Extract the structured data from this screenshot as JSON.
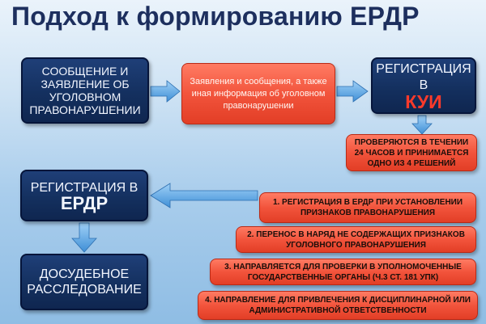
{
  "title": "Подход к формированию ЕРДР",
  "boxes": {
    "message": "СООБЩЕНИЕ И ЗАЯВЛЕНИЕ ОБ УГОЛОВНОМ ПРАВОНАРУШЕНИИ",
    "statements": "Заявления и сообщения, а также иная информация об уголовном правонарушении",
    "kui_prefix": "РЕГИСТРАЦИЯ В",
    "kui": "КУИ",
    "check": "ПРОВЕРЯЮТСЯ В ТЕЧЕНИИ 24 ЧАСОВ И ПРИНИМАЕТСЯ ОДНО ИЗ 4 РЕШЕНИЙ",
    "erdr_prefix": "РЕГИСТРАЦИЯ В",
    "erdr": "ЕРДР",
    "pretrial": "ДОСУДЕБНОЕ РАССЛЕДОВАНИЕ"
  },
  "decisions": [
    "1. РЕГИСТРАЦИЯ В ЕРДР ПРИ УСТАНОВЛЕНИИ ПРИЗНАКОВ ПРАВОНАРУШЕНИЯ",
    "2. ПЕРЕНОС В НАРЯД НЕ СОДЕРЖАЩИХ ПРИЗНАКОВ УГОЛОВНОГО ПРАВОНАРУШЕНИЯ",
    "3. НАПРАВЛЯЕТСЯ ДЛЯ ПРОВЕРКИ В УПОЛНОМОЧЕННЫЕ ГОСУДАРСТВЕННЫЕ ОРГАНЫ (Ч.3 СТ. 181 УПК)",
    "4. НАПРАВЛЕНИЕ ДЛЯ ПРИВЛЕЧЕНИЯ К ДИСЦИПЛИНАРНОЙ ИЛИ АДМИНИСТРАТИВНОЙ ОТВЕТСТВЕННОСТИ"
  ],
  "colors": {
    "navy": "#14305f",
    "red": "#f2543c",
    "arrow": "#5aa8e6",
    "kui_accent": "#ff3a2a"
  }
}
